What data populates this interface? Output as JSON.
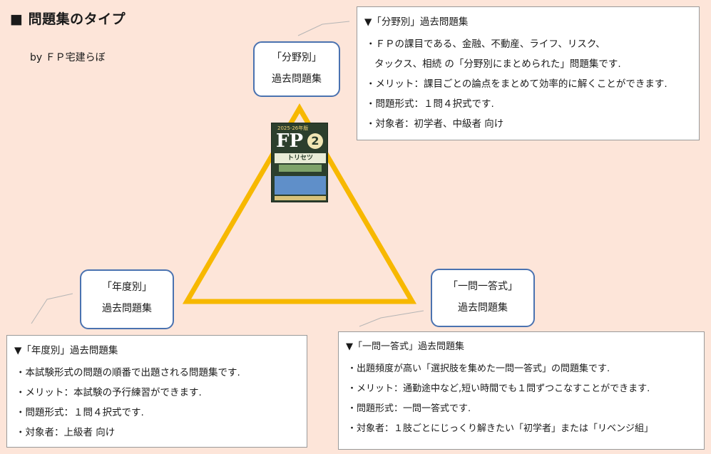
{
  "title": "■ 問題集のタイプ",
  "byline": "by ＦＰ宅建らぼ",
  "colors": {
    "background": "#fde5d9",
    "triangle": "#f7b800",
    "node_border": "#4a72b0"
  },
  "book": {
    "year": "2025-26年版",
    "main": "FP",
    "grade": "2",
    "subtitle": "トリセツ"
  },
  "nodes": {
    "top": {
      "line1": "「分野別」",
      "line2": "過去問題集"
    },
    "left": {
      "line1": "「年度別」",
      "line2": "過去問題集"
    },
    "right": {
      "line1": "「一問一答式」",
      "line2": "過去問題集"
    }
  },
  "panels": {
    "bunya": {
      "heading": "▼「分野別」過去問題集",
      "lines": [
        "・ＦＰの課目である、金融、不動産、ライフ、リスク、",
        "タックス、相続 の「分野別にまとめられた」問題集です.",
        "・メリット：課目ごとの論点をまとめて効率的に解くことができます.",
        "・問題形式：１問４択式です.",
        "・対象者：初学者、中級者 向け"
      ]
    },
    "nendo": {
      "heading": "▼「年度別」過去問題集",
      "lines": [
        "・本試験形式の問題の順番で出題される問題集です.",
        "・メリット：本試験の予行練習ができます.",
        "・問題形式：１問４択式です.",
        "・対象者：上級者 向け"
      ]
    },
    "ichimon": {
      "heading": "▼「一問一答式」過去問題集",
      "lines": [
        "・出題頻度が高い「選択肢を集めた一問一答式」の問題集です.",
        "・メリット：通勤途中など,短い時間でも１問ずつこなすことができます.",
        "・問題形式：一問一答式です.",
        "・対象者：１肢ごとにじっくり解きたい「初学者」または「リベンジ組」"
      ]
    }
  }
}
